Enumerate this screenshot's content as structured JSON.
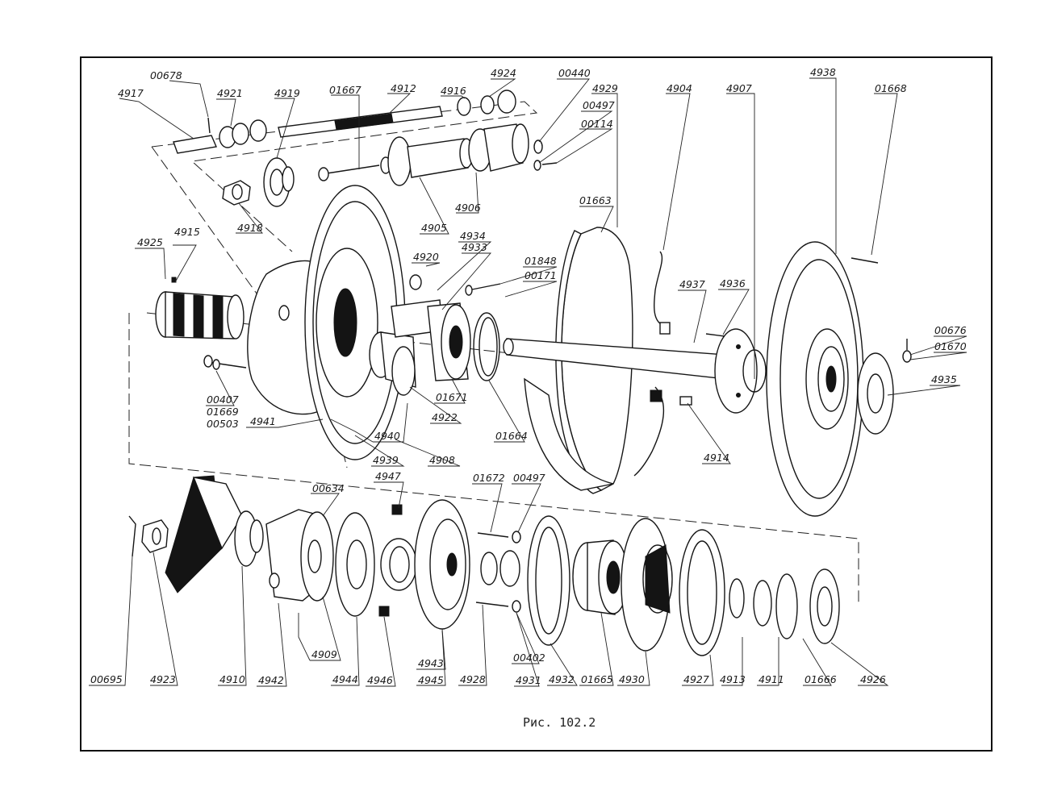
{
  "figure": {
    "caption": "Рис. 102.2"
  },
  "parts": [
    {
      "id": "p00678",
      "label": "00678"
    },
    {
      "id": "p4917",
      "label": "4917"
    },
    {
      "id": "p4921",
      "label": "4921"
    },
    {
      "id": "p4919",
      "label": "4919"
    },
    {
      "id": "p01667",
      "label": "01667"
    },
    {
      "id": "p4912",
      "label": "4912"
    },
    {
      "id": "p4916",
      "label": "4916"
    },
    {
      "id": "p4924",
      "label": "4924"
    },
    {
      "id": "p00440",
      "label": "00440"
    },
    {
      "id": "p4929",
      "label": "4929"
    },
    {
      "id": "p00497a",
      "label": "00497"
    },
    {
      "id": "p00114",
      "label": "00114"
    },
    {
      "id": "p4904",
      "label": "4904"
    },
    {
      "id": "p4907",
      "label": "4907"
    },
    {
      "id": "p4938",
      "label": "4938"
    },
    {
      "id": "p01668",
      "label": "01668"
    },
    {
      "id": "p4918",
      "label": "4918"
    },
    {
      "id": "p4905",
      "label": "4905"
    },
    {
      "id": "p4906",
      "label": "4906"
    },
    {
      "id": "p01663",
      "label": "01663"
    },
    {
      "id": "p4925",
      "label": "4925"
    },
    {
      "id": "p4915",
      "label": "4915"
    },
    {
      "id": "p4920",
      "label": "4920"
    },
    {
      "id": "p4934",
      "label": "4934"
    },
    {
      "id": "p4933",
      "label": "4933"
    },
    {
      "id": "p01848",
      "label": "01848"
    },
    {
      "id": "p00171",
      "label": "00171"
    },
    {
      "id": "p4937",
      "label": "4937"
    },
    {
      "id": "p4936",
      "label": "4936"
    },
    {
      "id": "p00676",
      "label": "00676"
    },
    {
      "id": "p01670",
      "label": "01670"
    },
    {
      "id": "p4935",
      "label": "4935"
    },
    {
      "id": "p00407",
      "label": "00407"
    },
    {
      "id": "p01669",
      "label": "01669"
    },
    {
      "id": "p00503",
      "label": "00503"
    },
    {
      "id": "p4941",
      "label": "4941"
    },
    {
      "id": "p01671",
      "label": "01671"
    },
    {
      "id": "p4922",
      "label": "4922"
    },
    {
      "id": "p4940",
      "label": "4940"
    },
    {
      "id": "p01664",
      "label": "01664"
    },
    {
      "id": "p4914",
      "label": "4914"
    },
    {
      "id": "p4939",
      "label": "4939"
    },
    {
      "id": "p4908",
      "label": "4908"
    },
    {
      "id": "p00634",
      "label": "00634"
    },
    {
      "id": "p4947",
      "label": "4947"
    },
    {
      "id": "p01672",
      "label": "01672"
    },
    {
      "id": "p00497b",
      "label": "00497"
    },
    {
      "id": "p4909",
      "label": "4909"
    },
    {
      "id": "p4943",
      "label": "4943"
    },
    {
      "id": "p00695",
      "label": "00695"
    },
    {
      "id": "p4923",
      "label": "4923"
    },
    {
      "id": "p4910",
      "label": "4910"
    },
    {
      "id": "p4942",
      "label": "4942"
    },
    {
      "id": "p4944",
      "label": "4944"
    },
    {
      "id": "p4946",
      "label": "4946"
    },
    {
      "id": "p4945",
      "label": "4945"
    },
    {
      "id": "p4928",
      "label": "4928"
    },
    {
      "id": "p4931",
      "label": "4931"
    },
    {
      "id": "p00402",
      "label": "00402"
    },
    {
      "id": "p4932",
      "label": "4932"
    },
    {
      "id": "p01665",
      "label": "01665"
    },
    {
      "id": "p4930",
      "label": "4930"
    },
    {
      "id": "p4927",
      "label": "4927"
    },
    {
      "id": "p4913",
      "label": "4913"
    },
    {
      "id": "p4911",
      "label": "4911"
    },
    {
      "id": "p01666",
      "label": "01666"
    },
    {
      "id": "p4926",
      "label": "4926"
    }
  ]
}
